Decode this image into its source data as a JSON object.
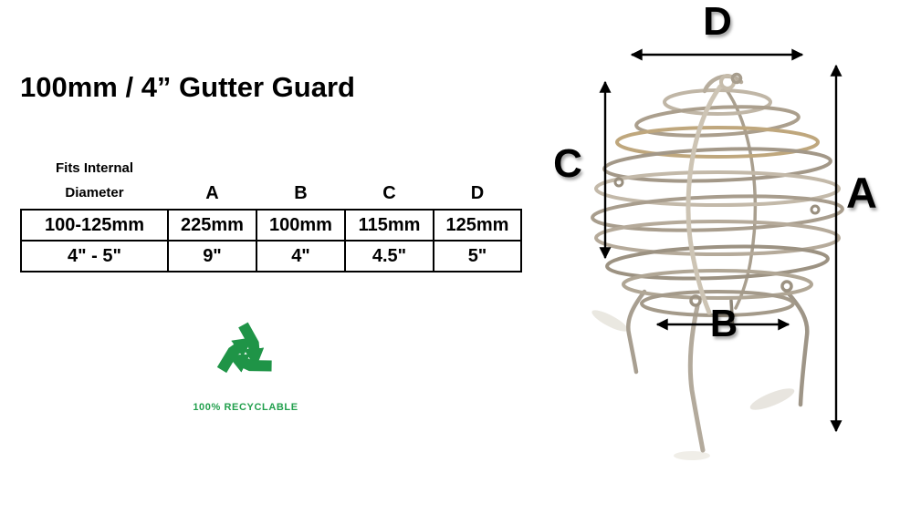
{
  "title": "100mm / 4” Gutter Guard",
  "spec_table": {
    "corner_header": {
      "line1": "Fits Internal",
      "line2": "Diameter"
    },
    "columns": [
      "A",
      "B",
      "C",
      "D"
    ],
    "rows": [
      {
        "label": "100-125mm",
        "values": [
          "225mm",
          "100mm",
          "115mm",
          "125mm"
        ]
      },
      {
        "label": "4\" - 5\"",
        "values": [
          "9\"",
          "4\"",
          "4.5\"",
          "5\""
        ]
      }
    ]
  },
  "recycling": {
    "label": "100% RECYCLABLE",
    "symbol_color": "#1f9447",
    "text_color": "#23a04e"
  },
  "diagram": {
    "labels": {
      "a": "A",
      "b": "B",
      "c": "C",
      "d": "D"
    },
    "arrow_color": "#000000",
    "wire_color": "#b0a696"
  }
}
